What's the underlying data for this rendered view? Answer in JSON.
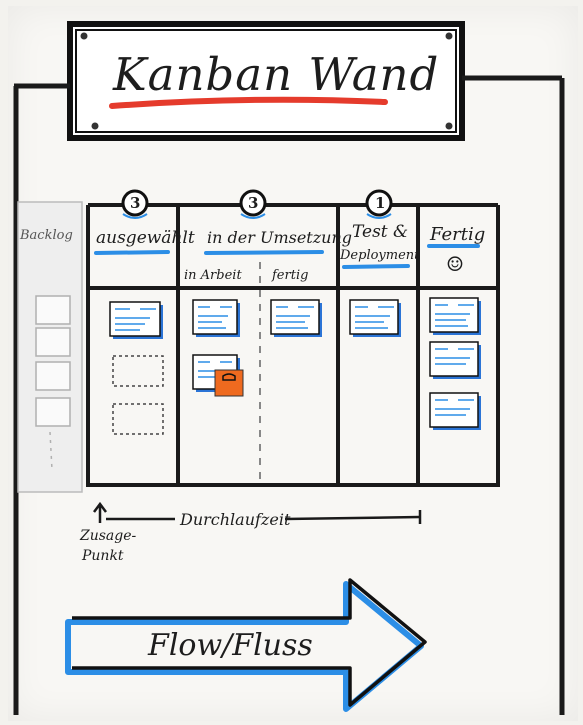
{
  "title": "Kanban Wand",
  "board": {
    "columns": [
      {
        "id": "backlog",
        "label": "Backlog",
        "wip": ""
      },
      {
        "id": "selected",
        "label": "ausgewählt",
        "wip": "3"
      },
      {
        "id": "in_progress",
        "label": "in der Umsetzung",
        "wip": "3",
        "sub": [
          "in Arbeit",
          "fertig"
        ]
      },
      {
        "id": "test",
        "label": "Test & Deployment",
        "label_lines": [
          "Test &",
          "Deployment"
        ],
        "wip": "1"
      },
      {
        "id": "done",
        "label": "Fertig",
        "wip": "",
        "emoji": "☺"
      }
    ]
  },
  "timeline": {
    "label": "Durchlaufzeit",
    "commit_point": [
      "Zusage-",
      "Punkt"
    ]
  },
  "flow_arrow": {
    "label": "Flow/Fluss"
  },
  "colors": {
    "board_line": "#1a1a1a",
    "accent_blue": "#2c8ee6",
    "accent_red": "#e53b2c",
    "note_orange": "#ef6a1f",
    "card_shadow": "#2b74d6"
  }
}
